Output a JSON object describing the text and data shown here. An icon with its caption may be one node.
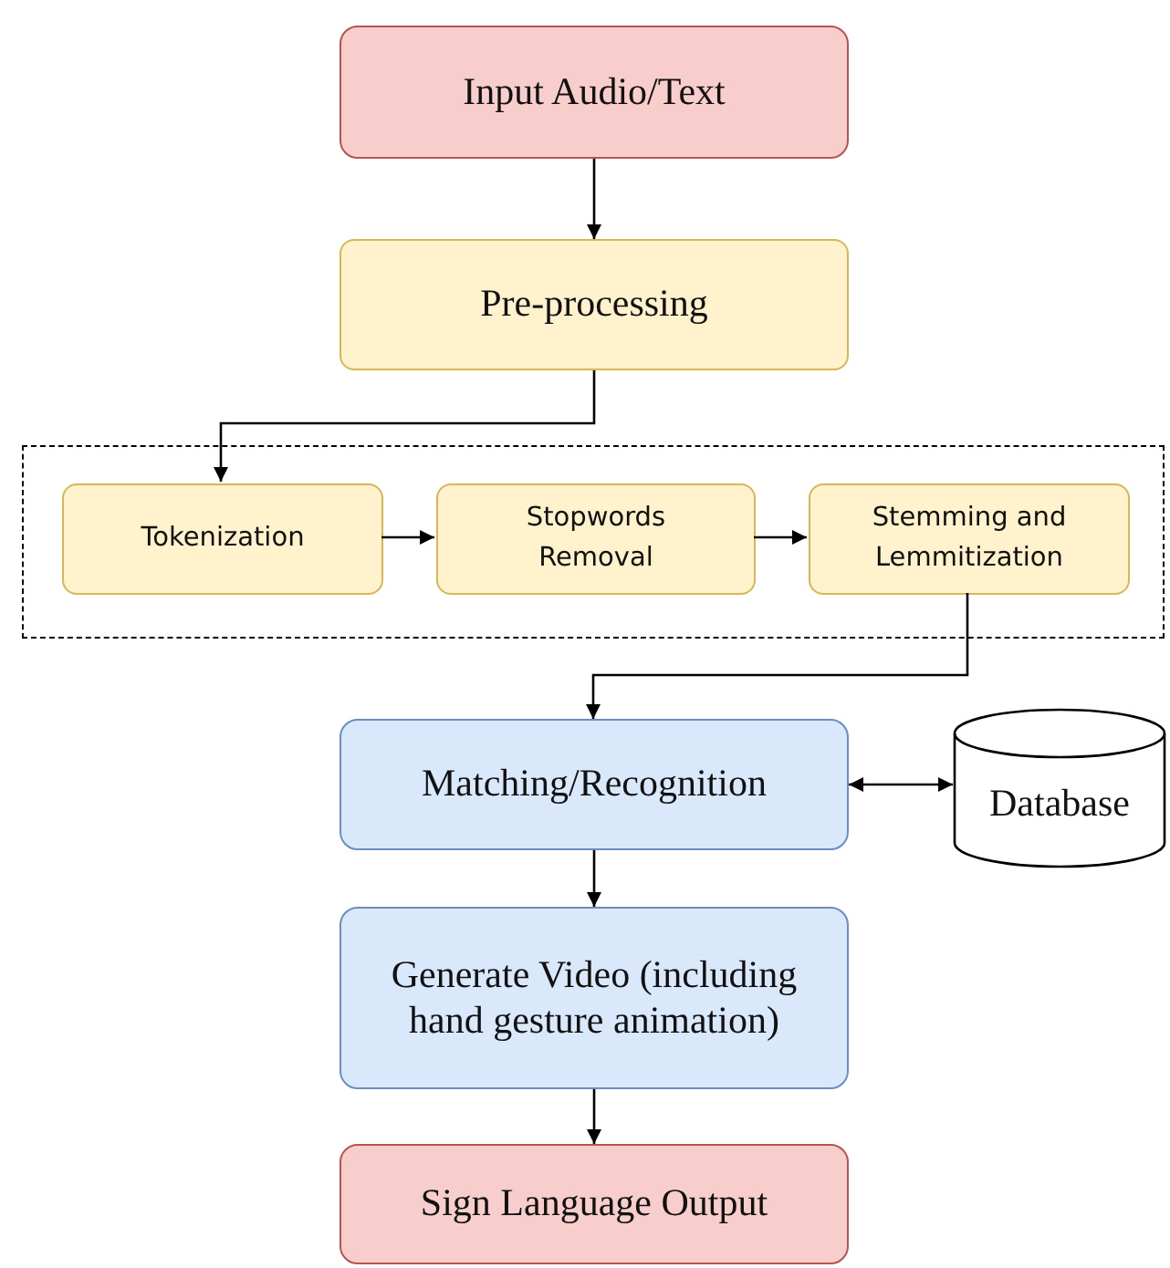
{
  "diagram": {
    "nodes": [
      {
        "text": [
          "Input Audio/Text"
        ]
      },
      {
        "text": [
          "Pre-processing"
        ]
      },
      {
        "text": [],
        "shape": "box"
      },
      {
        "text": [
          "Tokenization"
        ],
        "in": 2
      },
      {
        "text": [
          "Stopwords Removal"
        ],
        "in": 2
      },
      {
        "text": [
          "Stemming and Lemmitization"
        ],
        "in": 2
      },
      {
        "text": [
          "Matching/Recognition"
        ]
      },
      {
        "text": [
          "Database"
        ]
      },
      {
        "text": [
          "Generate Video (including hand gesture animation)"
        ]
      },
      {
        "text": [
          "Sign Language Output"
        ]
      }
    ],
    "edges": [
      {
        "from": 0,
        "to": 1,
        "arrow": "to"
      },
      {
        "from": 1,
        "to": 3,
        "arrow": "to"
      },
      {
        "from": 3,
        "to": 4,
        "arrow": "to"
      },
      {
        "from": 4,
        "to": 5,
        "arrow": "to"
      },
      {
        "from": 5,
        "to": 6,
        "arrow": "to"
      },
      {
        "from": 6,
        "to": 7,
        "arrow": "both"
      },
      {
        "from": 6,
        "to": 8,
        "arrow": "to"
      },
      {
        "from": 8,
        "to": 9,
        "arrow": "to"
      }
    ]
  }
}
